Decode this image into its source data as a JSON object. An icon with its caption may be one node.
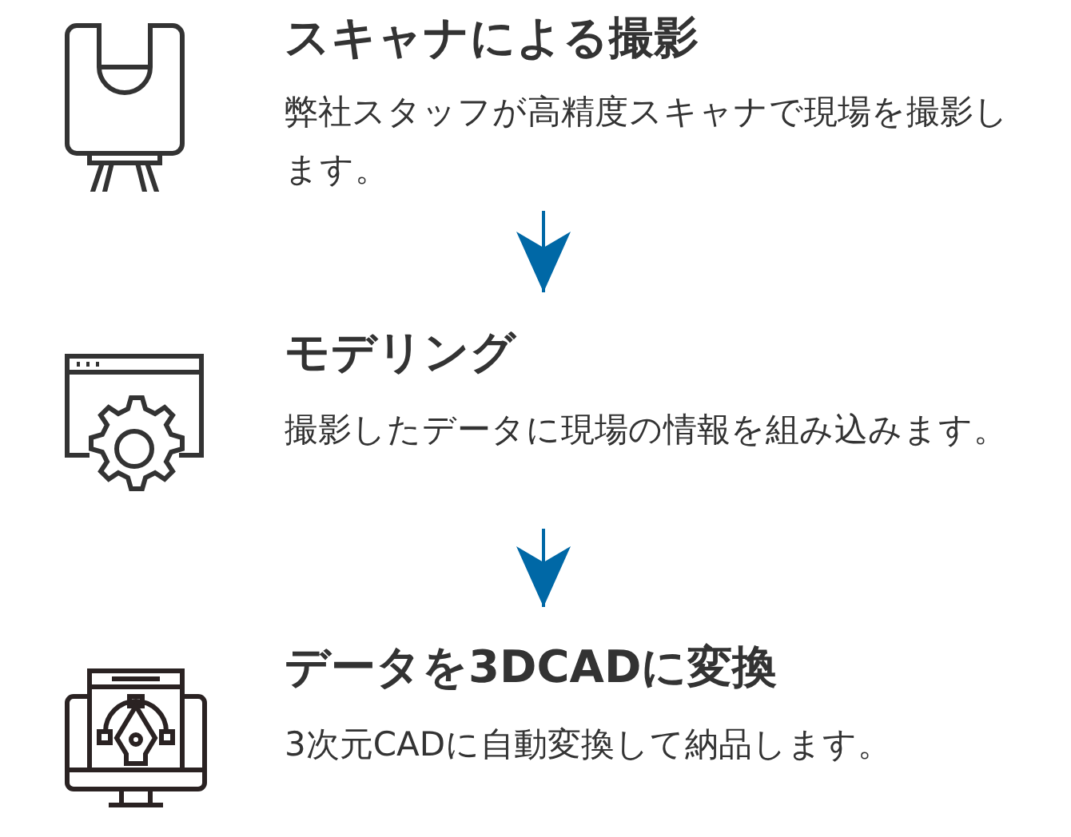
{
  "diagram": {
    "nodes": [
      {
        "text": [
          "スキャナによる撮影",
          "弊社スタッフが高精度スキャナで現場を撮影します。"
        ]
      },
      {
        "text": [
          "モデリング",
          "撮影したデータに現場の情報を組み込みます。"
        ]
      },
      {
        "text": [
          "データを3DCADに変換",
          "3次元CADに自動変換して納品します。"
        ]
      }
    ],
    "edges": [
      {
        "from": 0,
        "to": 1,
        "arrow": "to",
        "color": "#0068a6"
      },
      {
        "from": 1,
        "to": 2,
        "arrow": "to",
        "color": "#0068a6"
      }
    ]
  }
}
